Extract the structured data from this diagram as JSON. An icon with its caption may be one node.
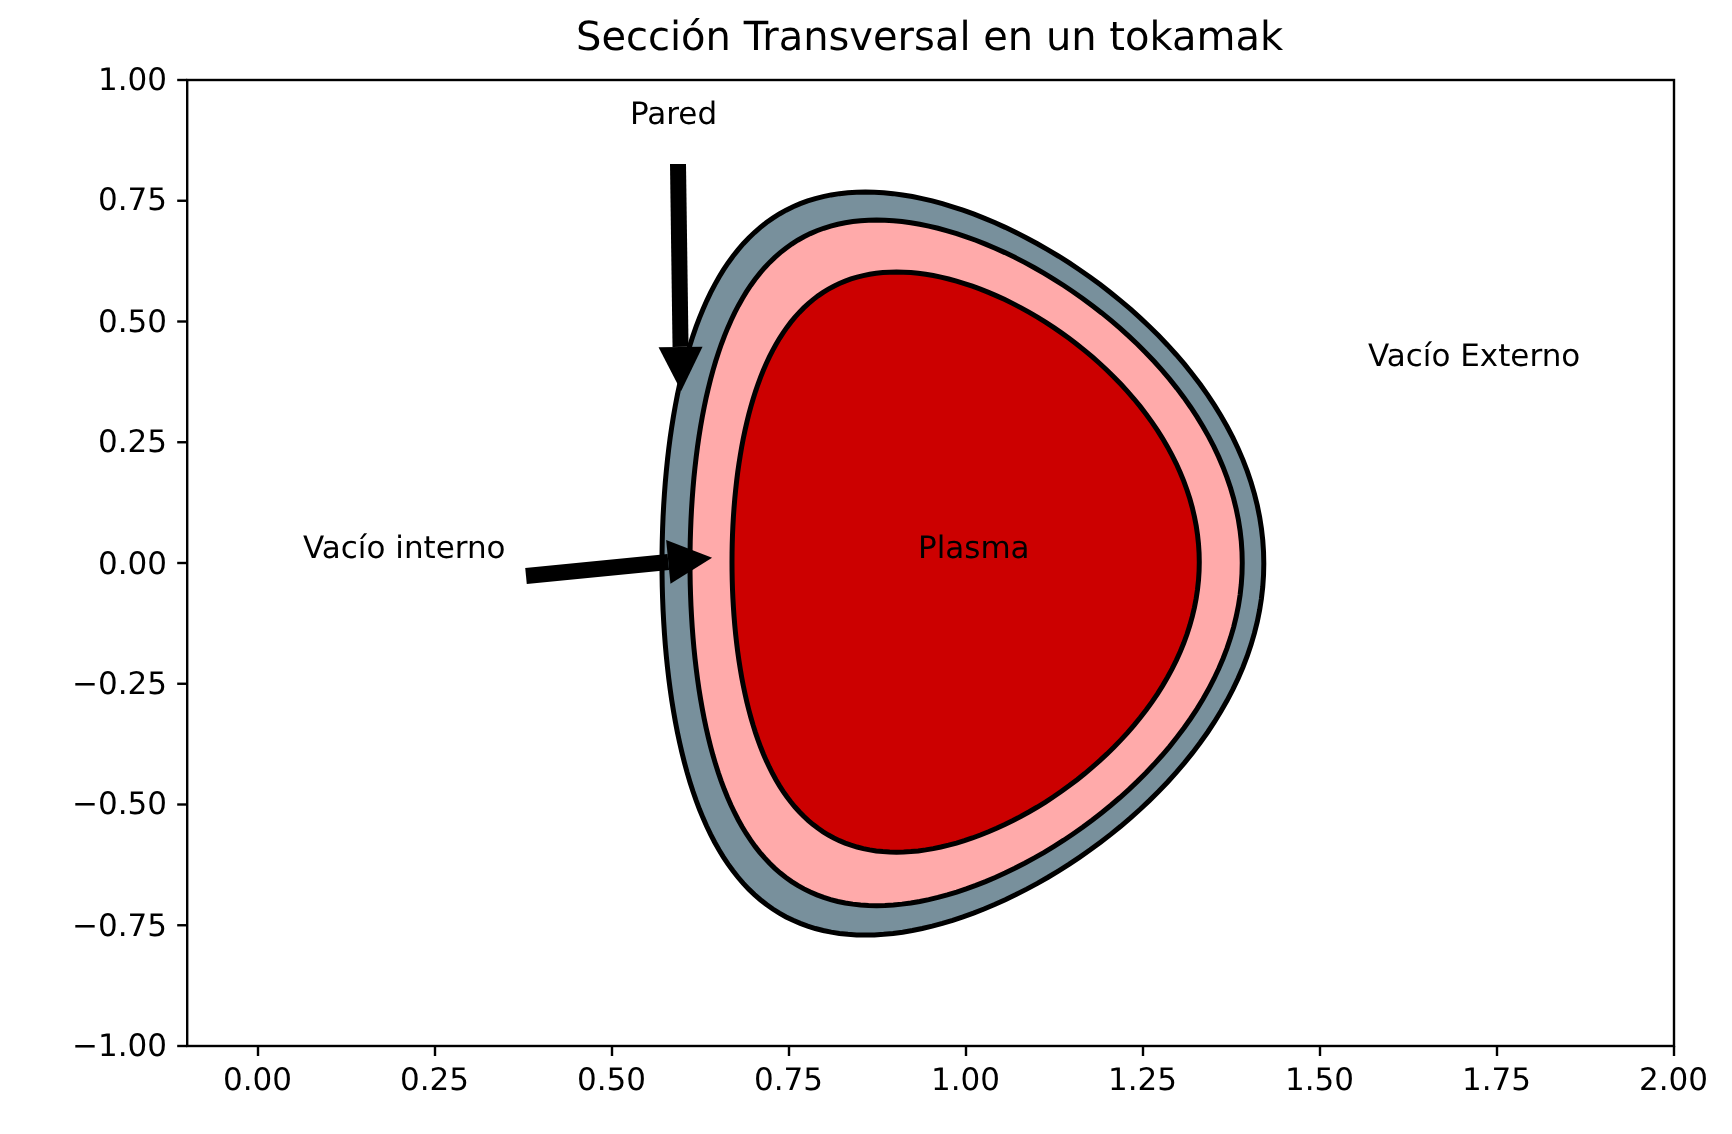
{
  "diagram": {
    "title": "Sección Transversal en un tokamak",
    "nodes": [
      {
        "text": [
          "Pared"
        ]
      },
      {
        "text": [
          "Vacío interno"
        ]
      },
      {
        "text": [],
        "shape": "band"
      },
      {
        "text": [],
        "shape": "band",
        "in": 2
      },
      {
        "text": [
          "Plasma"
        ],
        "in": 3
      }
    ],
    "edges": [
      {
        "from": 0,
        "to": 2,
        "arrow": "to"
      },
      {
        "from": 1,
        "to": 3,
        "arrow": "to"
      }
    ],
    "labels": [
      "Vacío Externo",
      "1.00",
      "0.75",
      "0.50",
      "0.25",
      "0.00",
      "−0.25",
      "−0.50",
      "−0.75",
      "−1.00",
      "0.00",
      "0.25",
      "0.50",
      "0.75",
      "1.00",
      "1.25",
      "1.50",
      "1.75",
      "2.00"
    ]
  }
}
